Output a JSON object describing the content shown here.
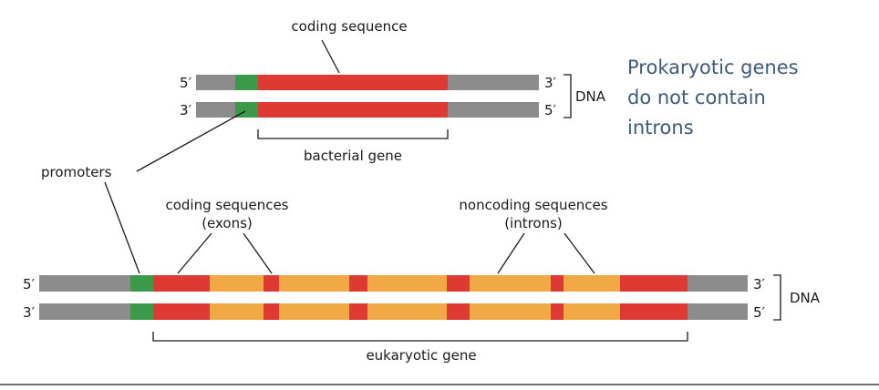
{
  "colors": {
    "noncoding_flank": "#8c8c8c",
    "promoter": "#3a9a4a",
    "exon": "#dd3a33",
    "intron": "#f0a945",
    "note_text": "#3d5a78",
    "line": "#1a1a1a"
  },
  "prokaryote": {
    "label_coding": "coding sequence",
    "label_gene": "bacterial gene",
    "label_dna": "DNA",
    "strand_top_left": "5′",
    "strand_top_right": "3′",
    "strand_bottom_left": "3′",
    "strand_bottom_right": "5′"
  },
  "note": {
    "line1": "Prokaryotic genes",
    "line2": "do not contain",
    "line3": "introns"
  },
  "promoters_label": "promoters",
  "eukaryote": {
    "label_exons_1": "coding sequences",
    "label_exons_2": "(exons)",
    "label_introns_1": "noncoding sequences",
    "label_introns_2": "(introns)",
    "label_gene": "eukaryotic gene",
    "label_dna": "DNA",
    "strand_top_left": "5′",
    "strand_top_right": "3′",
    "strand_bottom_left": "3′",
    "strand_bottom_right": "5′"
  }
}
